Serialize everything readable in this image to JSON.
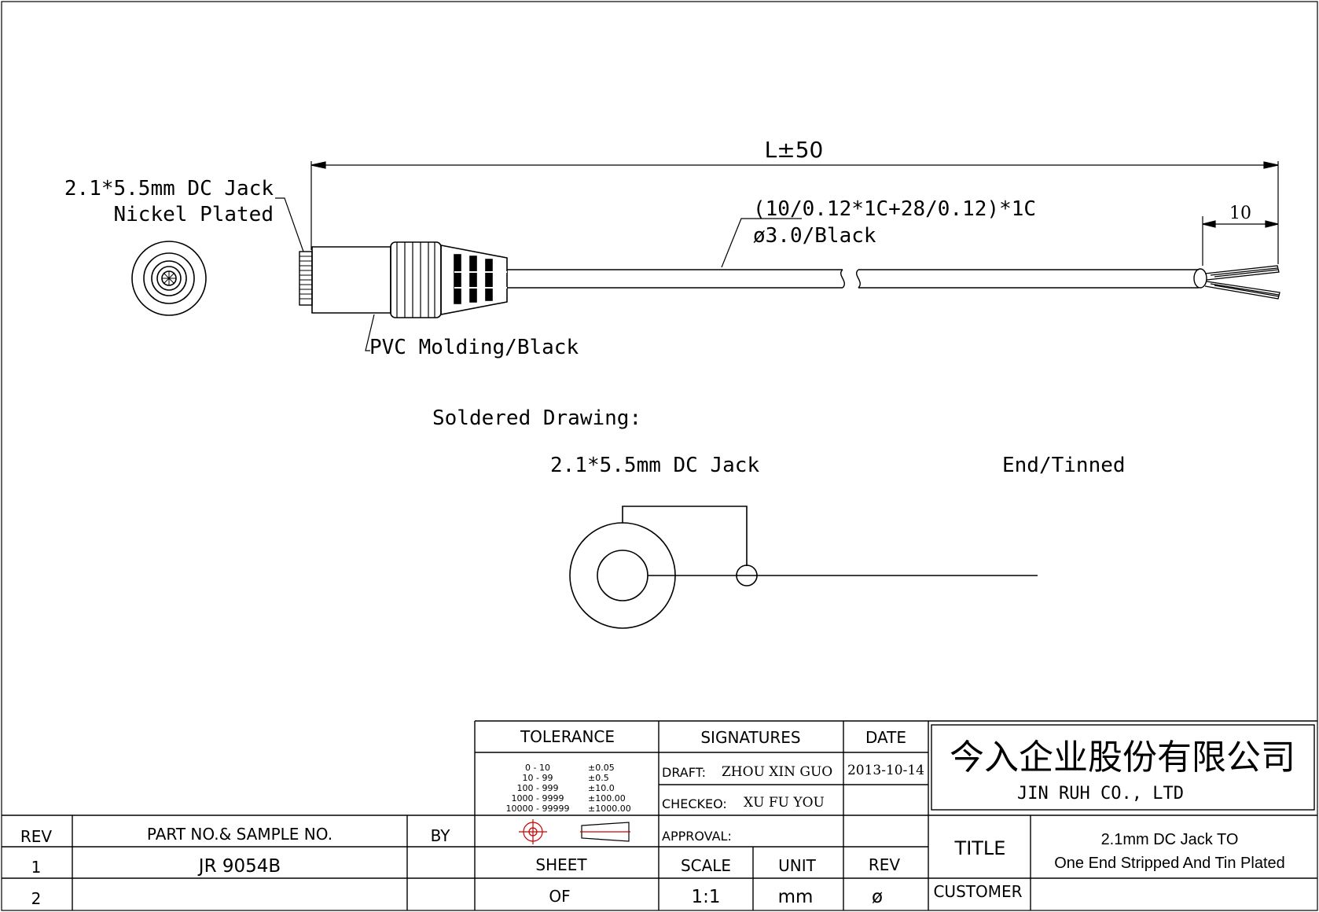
{
  "drawing": {
    "length_dim": "L±50",
    "strip_dim": "10",
    "jack_label_line1": "2.1*5.5mm DC Jack",
    "jack_label_line2": "Nickel Plated",
    "cable_spec_line1": "(10/0.12*1C+28/0.12)*1C",
    "cable_spec_line2": "ø3.0/Black",
    "molding_label": "PVC Molding/Black",
    "soldered_heading": "Soldered Drawing:",
    "soldered_jack_label": "2.1*5.5mm DC Jack",
    "soldered_end_label": "End/Tinned"
  },
  "title_block": {
    "tolerance_header": "TOLERANCE",
    "tolerance_rows": [
      {
        "range": "0 - 10",
        "tol": "±0.05"
      },
      {
        "range": "10 - 99",
        "tol": "±0.5"
      },
      {
        "range": "100 - 999",
        "tol": "±10.0"
      },
      {
        "range": "1000 - 9999",
        "tol": "±100.00"
      },
      {
        "range": "10000 - 99999",
        "tol": "±1000.00"
      }
    ],
    "signatures_header": "SIGNATURES",
    "date_header": "DATE",
    "draft_label": "DRAFT:",
    "draft_name": "ZHOU XIN GUO",
    "draft_date": "2013-10-14",
    "checked_label": "CHECKEO:",
    "checked_name": "XU FU YOU",
    "approval_label": "APPROVAL:",
    "company_cn": "今入企业股份有限公司",
    "company_en": "JIN RUH CO., LTD",
    "rev_header": "REV",
    "part_header": "PART NO.& SAMPLE NO.",
    "by_header": "BY",
    "row1_rev": "1",
    "row1_part": "JR 9054B",
    "row2_rev": "2",
    "sheet_header": "SHEET",
    "sheet_value": "OF",
    "scale_header": "SCALE",
    "scale_value": "1:1",
    "unit_header": "UNIT",
    "unit_value": "mm",
    "rev2_header": "REV",
    "rev2_value": "ø",
    "title_header": "TITLE",
    "title_line1": "2.1mm DC Jack TO",
    "title_line2": "One End Stripped And Tin Plated",
    "customer_header": "CUSTOMER"
  }
}
